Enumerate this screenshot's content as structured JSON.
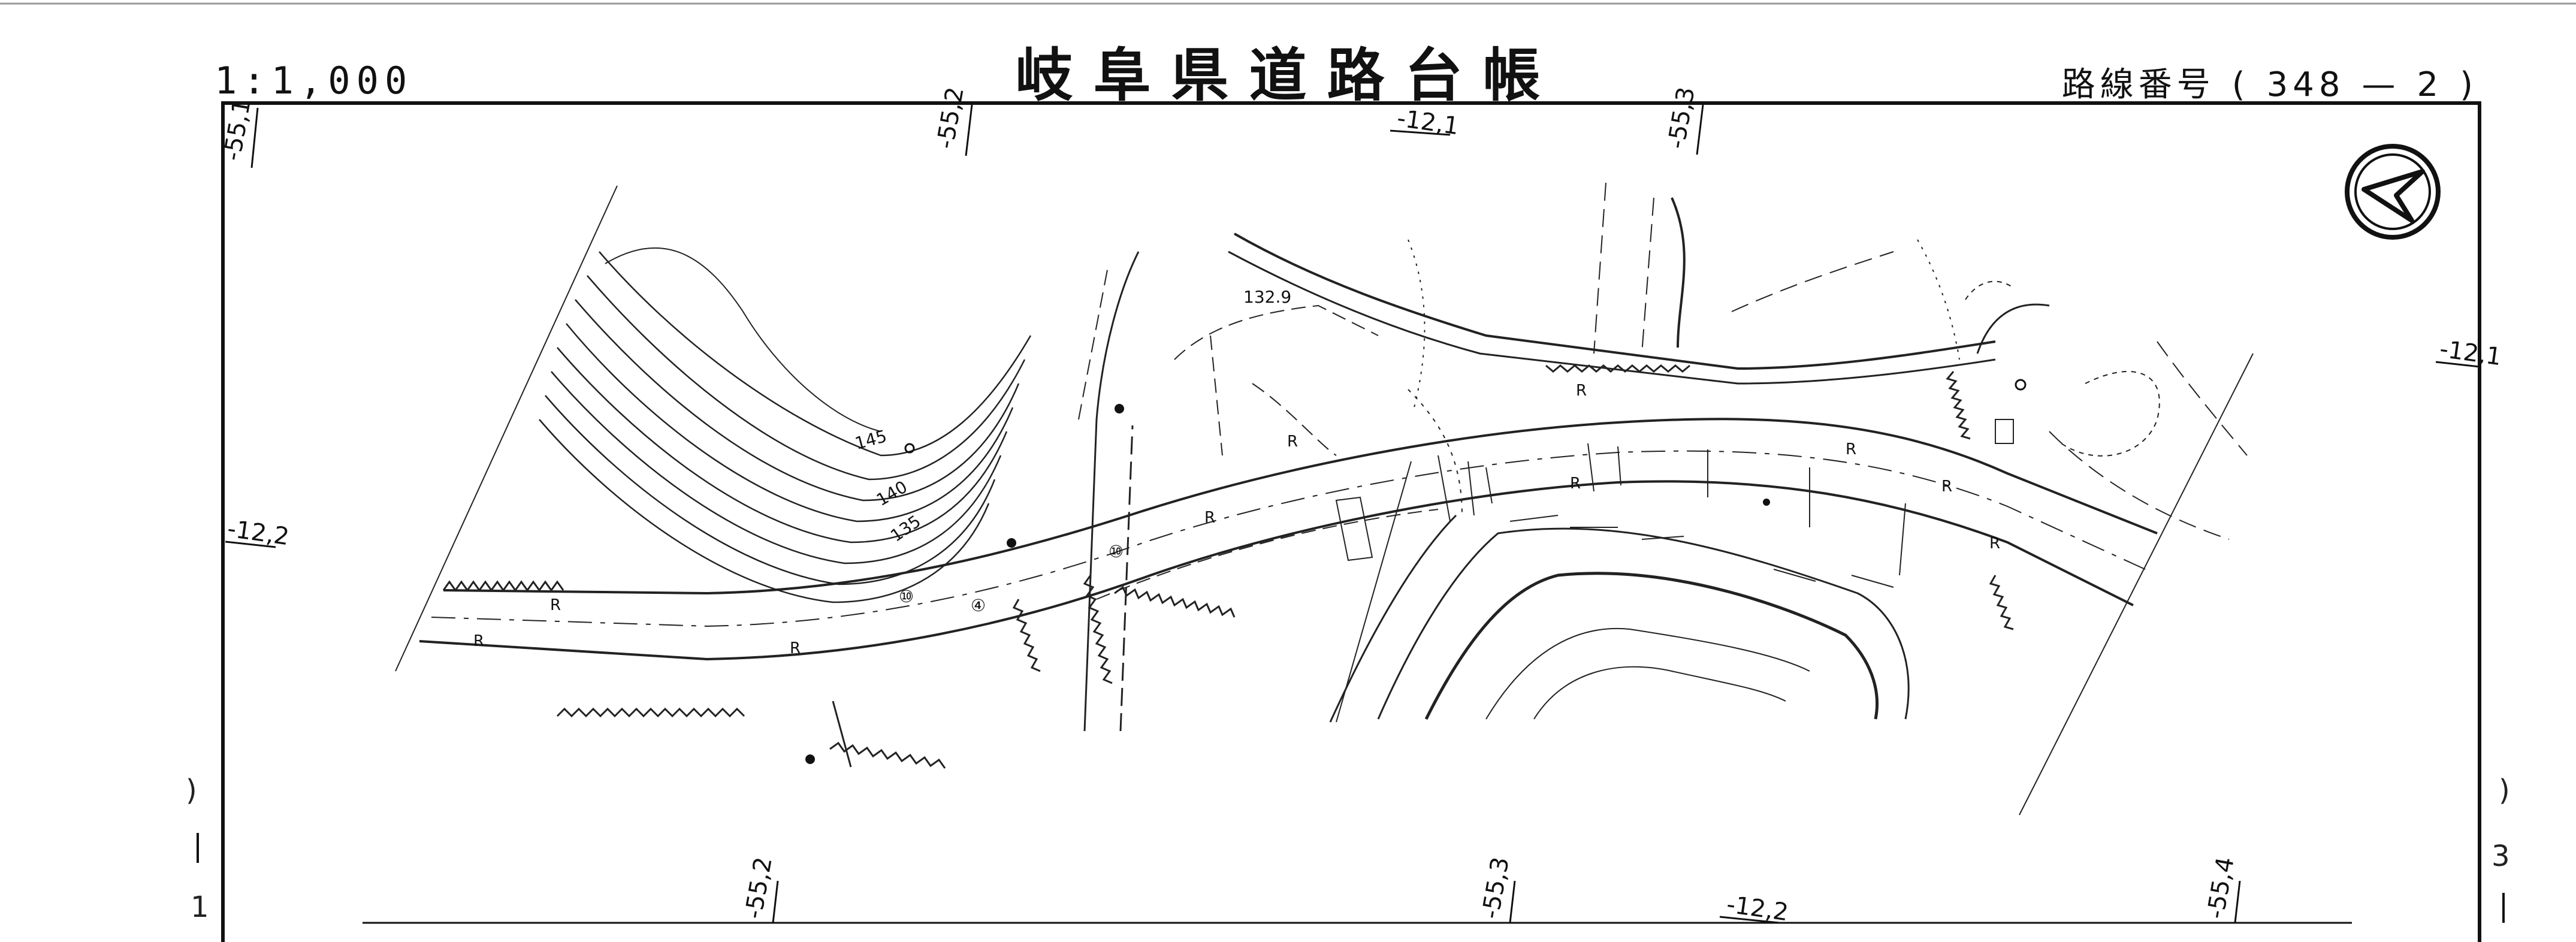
{
  "header": {
    "scale": "1:1,000",
    "title": "岐阜県道路台帳",
    "route_label": "路線番号",
    "route_open": "(",
    "route_number": "348",
    "route_dash": "—",
    "route_sheet": "2",
    "route_close": ")"
  },
  "map": {
    "coords": [
      "-55,1",
      "-55,2",
      "-12,1",
      "-55,3",
      "-12,1",
      "-12,2",
      "-55,2",
      "-55,3",
      "-12,2",
      "-55,4"
    ],
    "contours": [
      "145",
      "140",
      "135"
    ],
    "elevation_point": "132.9",
    "road_marks": [
      "R",
      "R",
      "R",
      "R",
      "R",
      "R",
      "R",
      "R",
      "R",
      "R"
    ],
    "circled_marks": [
      "⑩",
      "⑩",
      "④"
    ],
    "sheet_left": "1",
    "sheet_right": "3"
  },
  "colors": {
    "ink": "#111111",
    "paper": "#ffffff"
  },
  "icons": {
    "north_arrow": "north-arrow-icon"
  }
}
